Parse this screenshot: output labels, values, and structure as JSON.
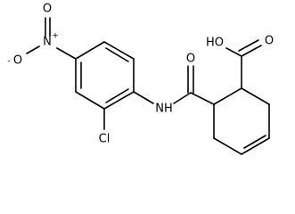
{
  "molecule": {
    "atom_labels": {
      "nitro_o_top": "O",
      "nitro_n": "N",
      "nitro_n_charge": "+",
      "nitro_o_left": "O",
      "nitro_o_left_charge": "-",
      "chlorine": "Cl",
      "amide_nh": "NH",
      "amide_o": "O",
      "acid_oh": "HO",
      "acid_o": "O"
    }
  }
}
